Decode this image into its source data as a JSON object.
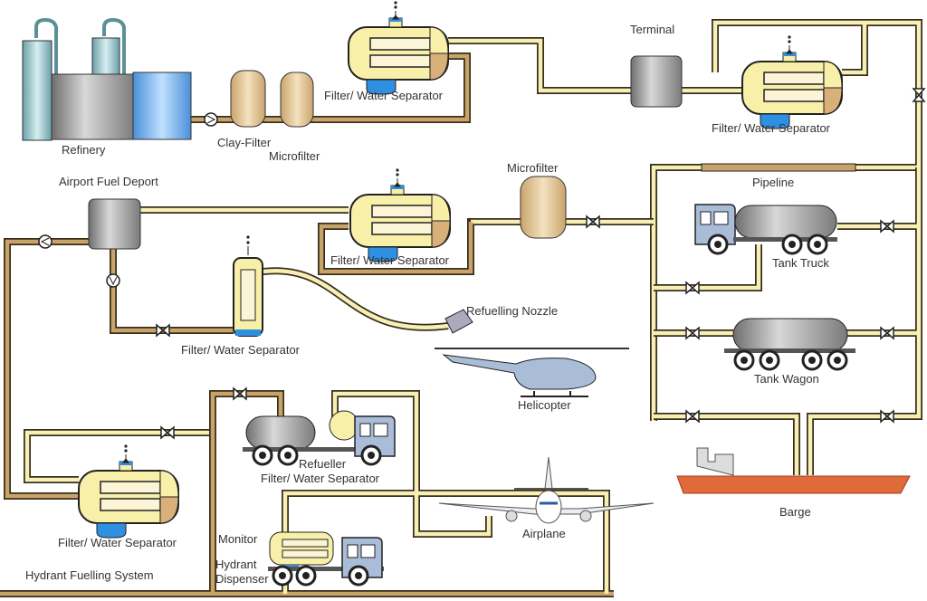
{
  "labels": {
    "refinery": "Refinery",
    "clay_filter": "Clay-Filter",
    "microfilter_top": "Microfilter",
    "fws_top": "Filter/ Water Separator",
    "terminal": "Terminal",
    "fws_terminal": "Filter/ Water Separator",
    "pipeline": "Pipeline",
    "airport_depot": "Airport Fuel Deport",
    "microfilter_mid": "Microfilter",
    "fws_mid": "Filter/ Water Separator",
    "tank_truck": "Tank Truck",
    "refuelling_nozzle": "Refuelling Nozzle",
    "fws_vertical": "Filter/ Water Separator",
    "helicopter": "Helicopter",
    "tank_wagon": "Tank Wagon",
    "refueller": "Refueller",
    "fws_refueller": "Filter/ Water Separator",
    "fws_hydrant": "Filter/ Water Separator",
    "airplane": "Airplane",
    "barge": "Barge",
    "monitor": "Monitor",
    "hydrant_dispenser_1": "Hydrant",
    "hydrant_dispenser_2": "Dispenser",
    "hydrant_system": "Hydrant Fuelling System"
  },
  "colors": {
    "pipe_light": "#f6efb6",
    "pipe_tan": "#c9a46a",
    "vehicle": "#a9bcd8",
    "water": "#2f8fe0",
    "barge": "#e06a3a",
    "tank": "#9a9a9a"
  }
}
